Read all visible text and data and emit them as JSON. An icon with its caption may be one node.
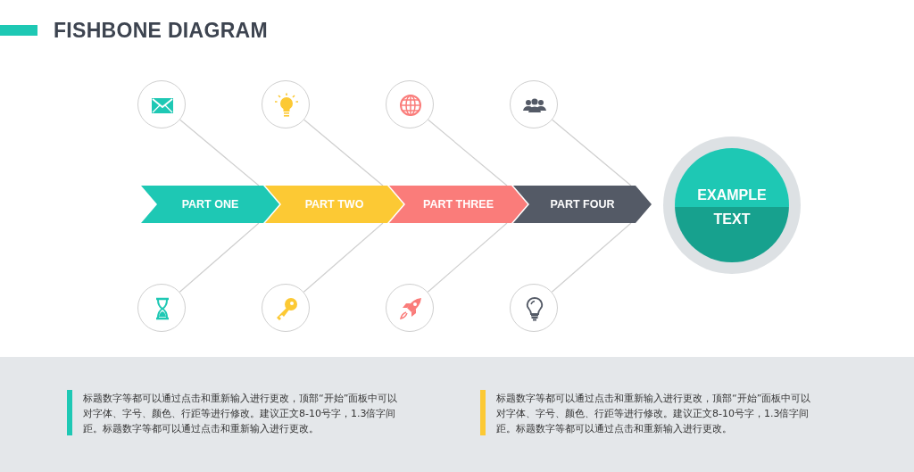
{
  "diagram": {
    "title": "FISHBONE DIAGRAM",
    "nodes": [
      {
        "text": [],
        "shape": "circle"
      },
      {
        "text": [],
        "shape": "circle"
      },
      {
        "text": [],
        "shape": "circle"
      },
      {
        "text": [],
        "shape": "circle"
      },
      {
        "text": [
          "PART ONE"
        ]
      },
      {
        "text": [
          "PART TWO"
        ]
      },
      {
        "text": [
          "PART THREE"
        ]
      },
      {
        "text": [
          "PART FOUR"
        ]
      },
      {
        "text": [
          "EXAMPLE TEXT"
        ]
      },
      {
        "text": [],
        "shape": "circle"
      },
      {
        "text": [],
        "shape": "circle"
      },
      {
        "text": [],
        "shape": "circle"
      },
      {
        "text": [],
        "shape": "circle"
      }
    ],
    "edges": [
      {
        "from": 0,
        "to": 4,
        "arrow": "none"
      },
      {
        "from": 1,
        "to": 5,
        "arrow": "none"
      },
      {
        "from": 2,
        "to": 6,
        "arrow": "none"
      },
      {
        "from": 3,
        "to": 7,
        "arrow": "none"
      },
      {
        "from": 9,
        "to": 4,
        "arrow": "none"
      },
      {
        "from": 10,
        "to": 5,
        "arrow": "none"
      },
      {
        "from": 11,
        "to": 6,
        "arrow": "none"
      },
      {
        "from": 12,
        "to": 7,
        "arrow": "none"
      }
    ],
    "labels": [
      "标题数字等都可以通过点击和重新输入进行更改，顶部“开始”面板中可以对字体、字号、颜色、行距等进行修改。建议正文8-10号字，1.3倍字间距。标题数字等都可以通过点击和重新输入进行更改。",
      "标题数字等都可以通过点击和重新输入进行更改，顶部“开始”面板中可以对字体、字号、颜色、行距等进行修改。建议正文8-10号字，1.3倍字间距。标题数字等都可以通过点击和重新输入进行更改。"
    ]
  }
}
